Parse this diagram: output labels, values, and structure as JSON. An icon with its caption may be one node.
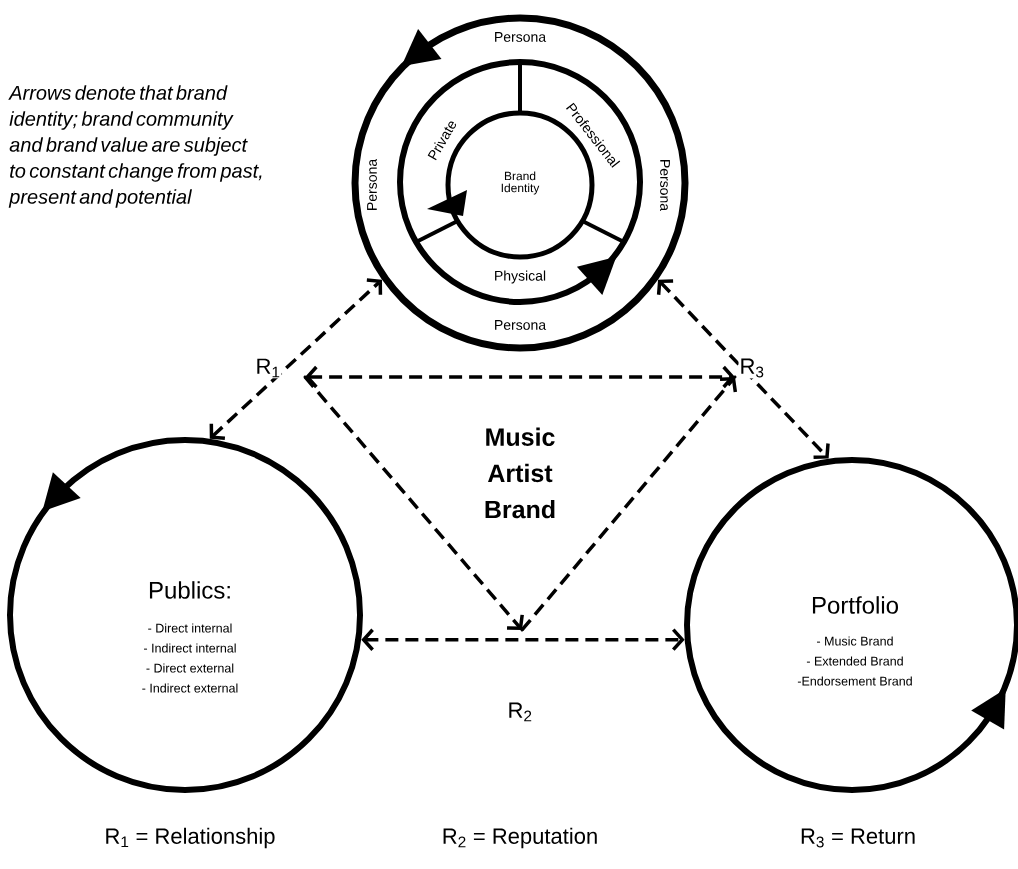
{
  "diagram": {
    "nodes": [
      {
        "text": [
          "Persona",
          "Persona",
          "Persona",
          "Persona"
        ]
      },
      {
        "text": [
          "Private",
          "Professional",
          "Physical"
        ],
        "in": 0
      },
      {
        "text": [
          "Brand Identity"
        ],
        "in": 1
      },
      {
        "text": [
          "Publics:",
          "- Direct internal",
          "- Indirect internal",
          "- Direct external",
          "- Indirect external"
        ]
      },
      {
        "text": [
          "Portfolio",
          "- Music Brand",
          "- Extended Brand",
          "-Endorsement Brand"
        ]
      },
      {
        "text": [],
        "shape": "point"
      },
      {
        "text": [],
        "shape": "point"
      },
      {
        "text": [],
        "shape": "point"
      }
    ],
    "edges": [
      {
        "from": 3,
        "to": 0,
        "arrow": "both",
        "style": "dashed",
        "label": "R$_{1}$"
      },
      {
        "from": 0,
        "to": 4,
        "arrow": "both",
        "style": "dashed",
        "label": "R$_{3}$"
      },
      {
        "from": 3,
        "to": 4,
        "arrow": "both",
        "style": "dashed",
        "label": "R$_{2}$"
      },
      {
        "from": 5,
        "to": 6,
        "arrow": "both",
        "style": "dashed"
      },
      {
        "from": 5,
        "to": 7,
        "arrow": "to",
        "style": "dashed"
      },
      {
        "from": 7,
        "to": 6,
        "arrow": "to",
        "style": "dashed"
      }
    ],
    "labels": [
      "Arrows denote that brand identity; brand community and brand value are subject to constant change from past, present and potential",
      "Music Artist Brand",
      "R$_{1}$ = Relationship",
      "R$_{2}$ = Reputation",
      "R$_{3}$ = Return"
    ]
  }
}
